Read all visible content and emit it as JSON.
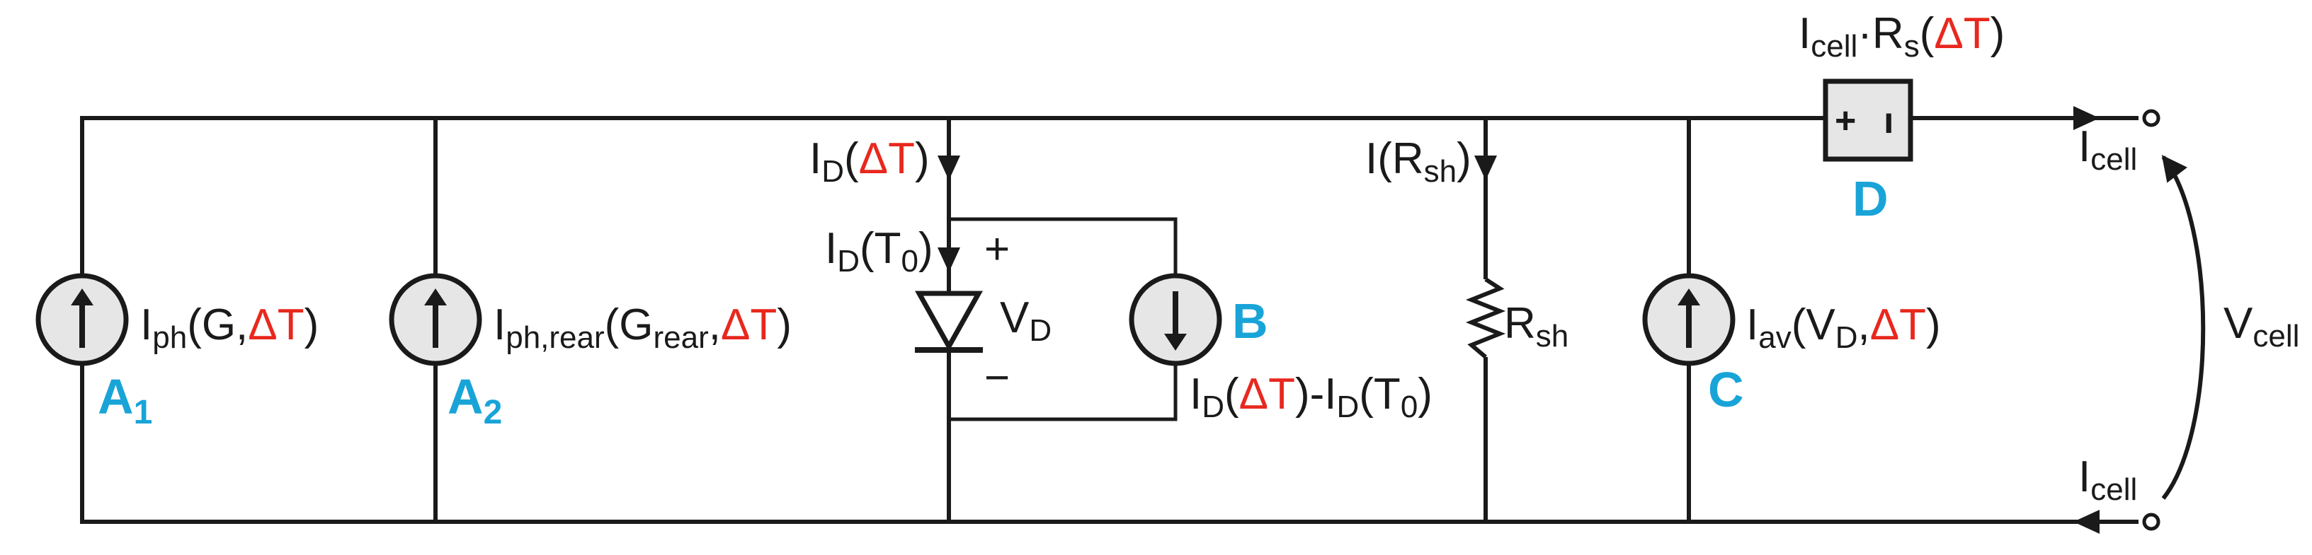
{
  "colors": {
    "wire": "#1a1a1a",
    "accent_red": "#e8281e",
    "accent_blue": "#19a4d8",
    "source_fill": "#e6e6e6"
  },
  "labels": {
    "iph_i": "I",
    "iph_sub": "ph",
    "iph_open": "(G,",
    "iph_dt": "ΔT",
    "iph_close": ")",
    "a1": "A",
    "a1_sub": "1",
    "iphr_i": "I",
    "iphr_sub": "ph,rear",
    "iphr_open": "(G",
    "iphr_gsub": "rear",
    "iphr_comma": ",",
    "iphr_dt": "ΔT",
    "iphr_close": ")",
    "a2": "A",
    "a2_sub": "2",
    "id_top_i": "I",
    "id_top_sub": "D",
    "id_top_open": "(",
    "id_top_dt": "ΔT",
    "id_top_close": ")",
    "id_t0_i": "I",
    "id_t0_sub": "D",
    "id_t0_open": "(T",
    "id_t0_tsub": "0",
    "id_t0_close": ")",
    "plus": "+",
    "minus": "−",
    "vd_v": "V",
    "vd_sub": "D",
    "b": "B",
    "diff_i1": "I",
    "diff_sub1": "D",
    "diff_open1": "(",
    "diff_dt": "ΔT",
    "diff_mid": ")-I",
    "diff_sub2": "D",
    "diff_open2": "(T",
    "diff_tsub": "0",
    "diff_close": ")",
    "irsh_i": "I(R",
    "irsh_sub": "sh",
    "irsh_close": ")",
    "rsh_r": "R",
    "rsh_sub": "sh",
    "iav_i": "I",
    "iav_sub": "av",
    "iav_open": "(V",
    "iav_vsub": "D",
    "iav_comma": ",",
    "iav_dt": "ΔT",
    "iav_close": ")",
    "c": "C",
    "rs_i": "I",
    "rs_sub": "cell",
    "rs_dot": "·R",
    "rs_ssub": "s",
    "rs_open": "(",
    "rs_dt": "ΔT",
    "rs_close": ")",
    "box_plus": "+",
    "box_minus": "ı",
    "d": "D",
    "icell_top_i": "I",
    "icell_top_sub": "cell",
    "vcell_v": "V",
    "vcell_sub": "cell",
    "icell_bot_i": "I",
    "icell_bot_sub": "cell"
  }
}
